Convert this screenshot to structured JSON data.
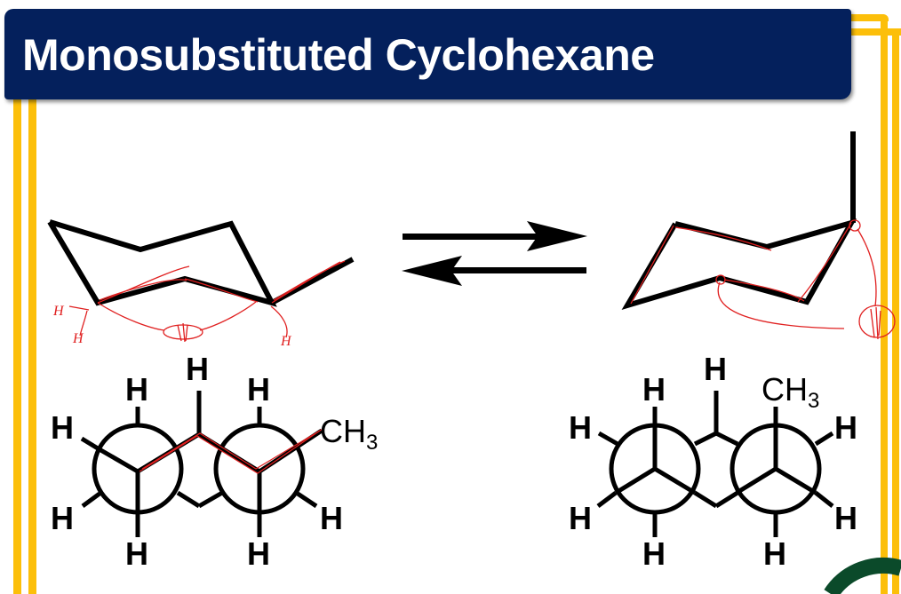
{
  "slide": {
    "title": "Monosubstituted Cyclohexane",
    "colors": {
      "title_background": "#04205c",
      "title_text": "#ffffff",
      "frame_accent": "#fcbf0a",
      "bond": "#000000",
      "annotation": "#e02020",
      "logo": "#0b4a2a"
    }
  },
  "diagram": {
    "left_chair": {
      "substituent_position": "equatorial",
      "annotations": [
        "H",
        "H",
        "H"
      ]
    },
    "equilibrium_arrows": {
      "forward": "right",
      "reverse": "left",
      "icon": "equilibrium-arrows-icon"
    },
    "right_chair": {
      "substituent_position": "axial"
    },
    "left_newman": {
      "substituent_label": "CH",
      "substituent_subscript": "3",
      "atoms": [
        "H",
        "H",
        "H",
        "H",
        "H",
        "H",
        "H"
      ]
    },
    "right_newman": {
      "substituent_label": "CH",
      "substituent_subscript": "3",
      "atoms": [
        "H",
        "H",
        "H",
        "H",
        "H",
        "H",
        "H"
      ]
    }
  }
}
